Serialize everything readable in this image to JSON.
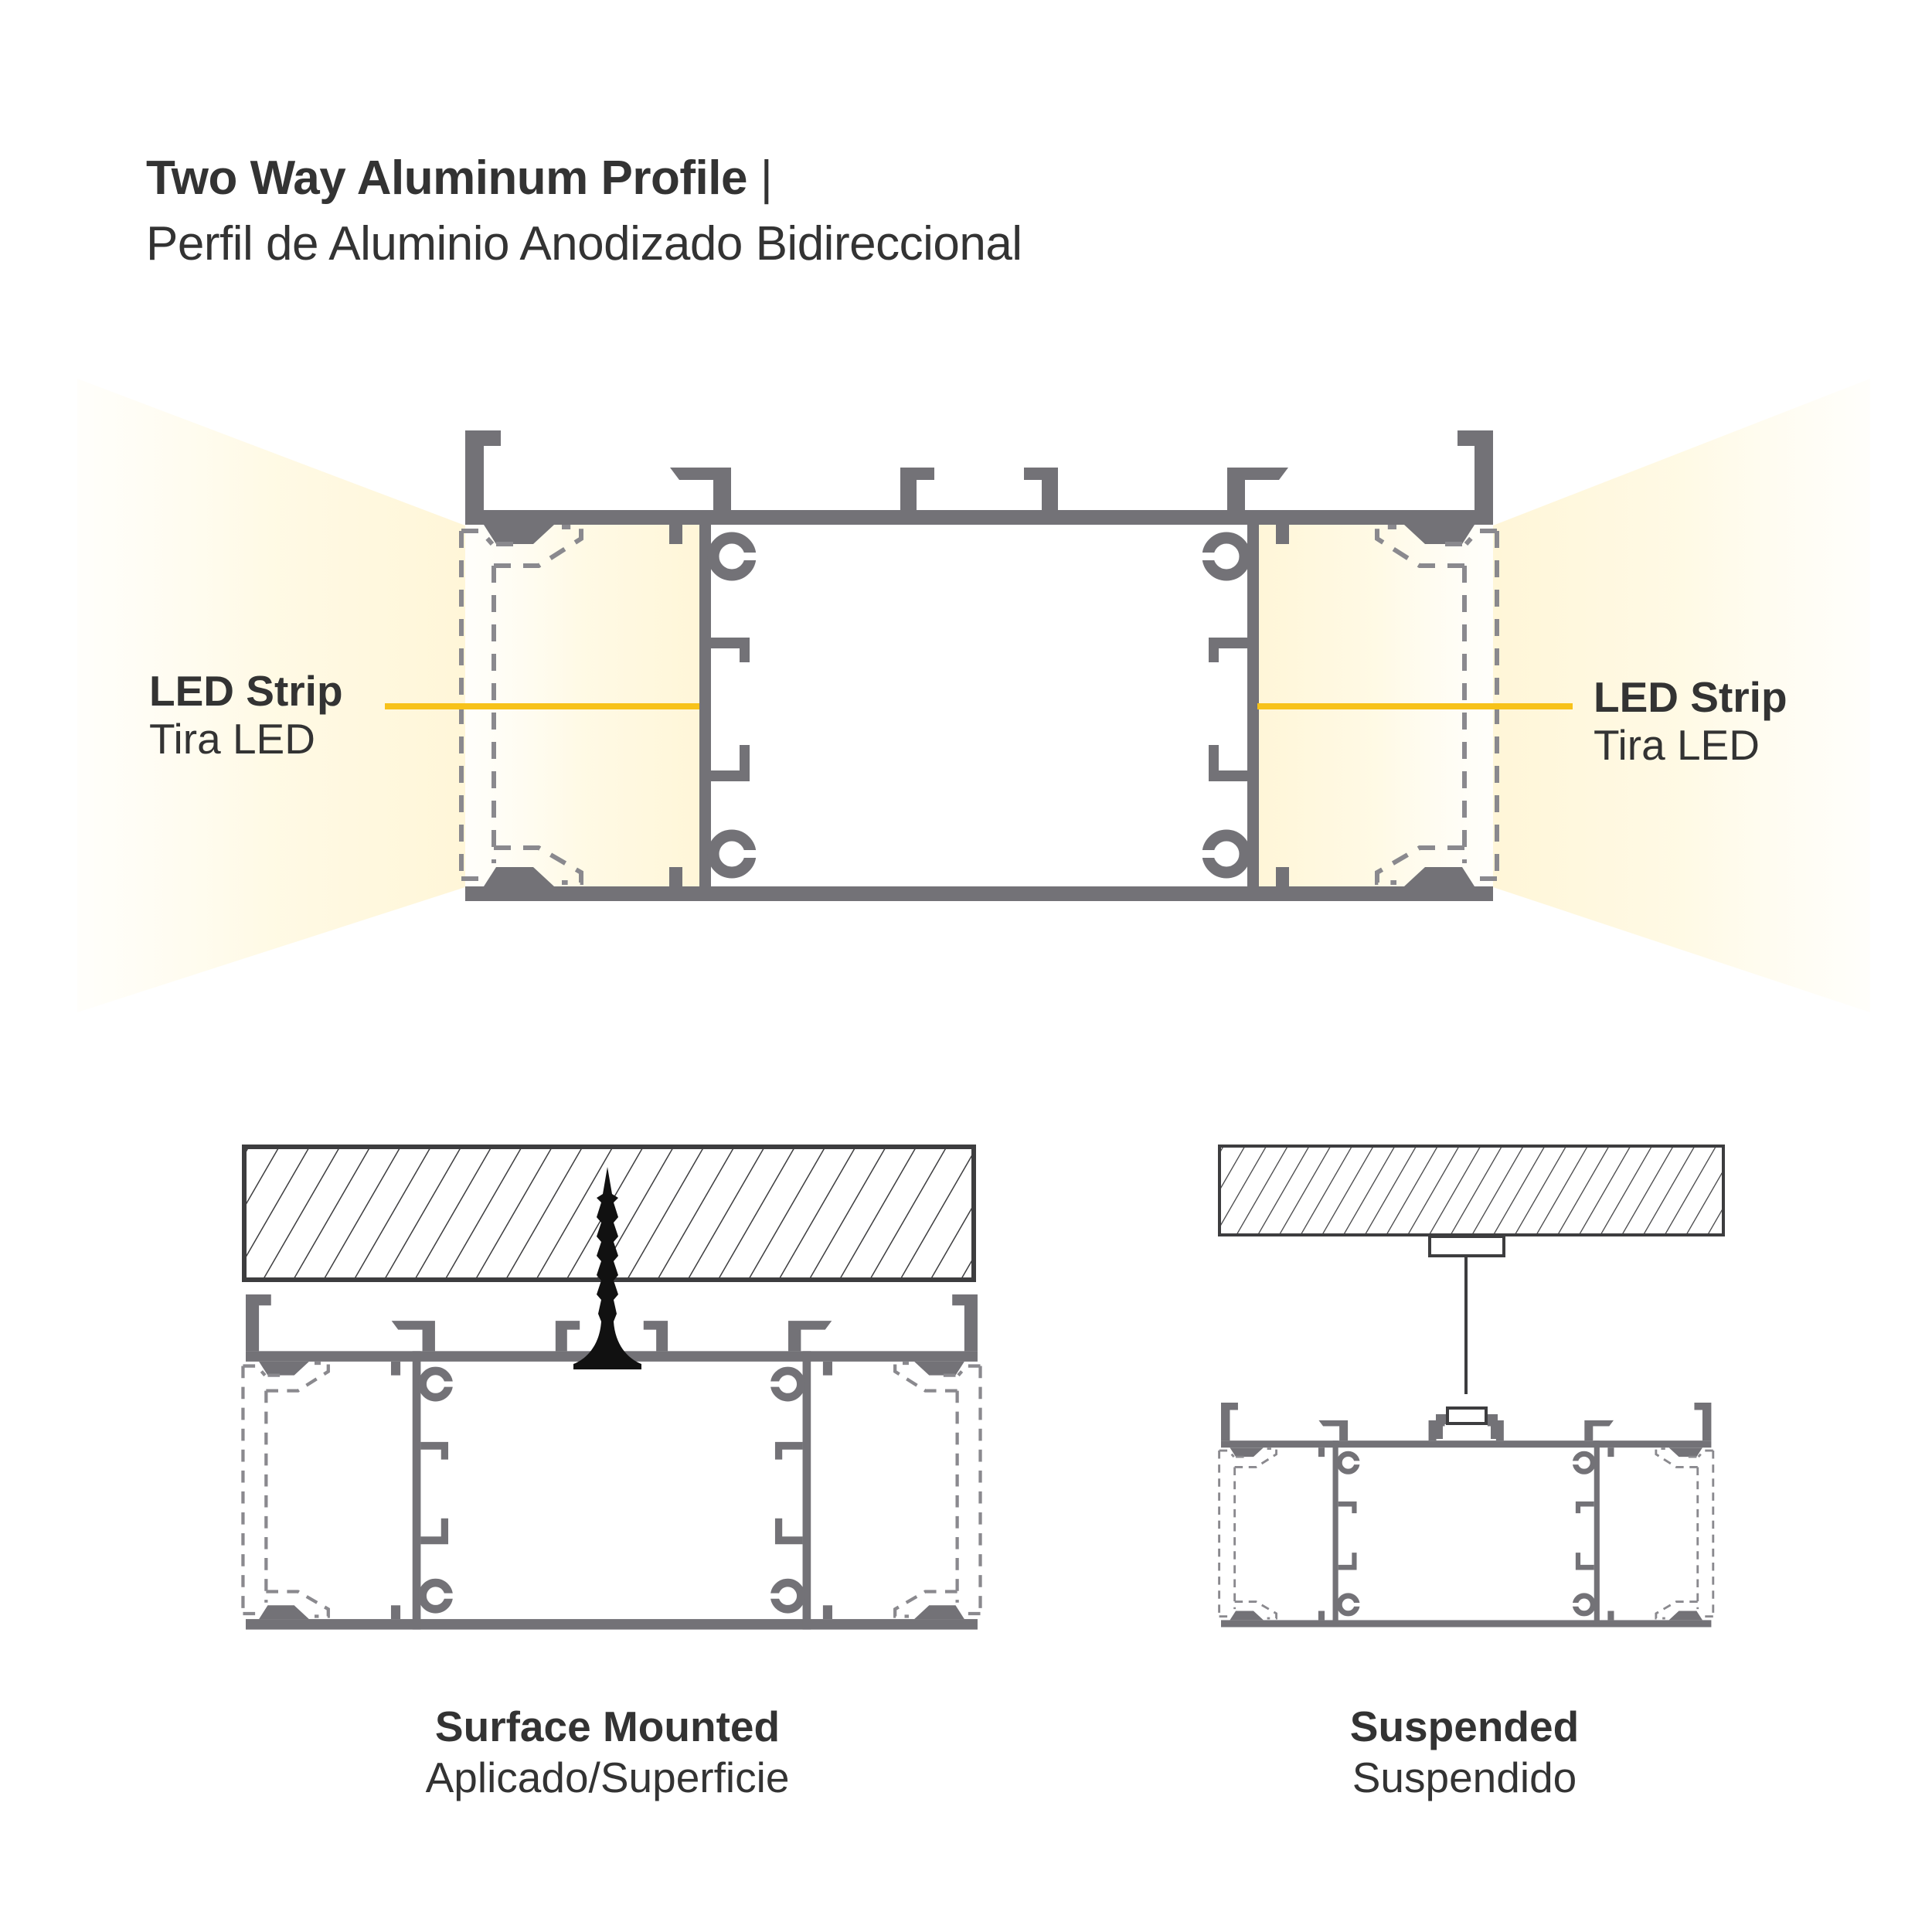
{
  "header": {
    "title": "Two Way Aluminum Profile",
    "title_separator": "|",
    "subtitle": "Perfil de Aluminio Anodizado Bidireccional"
  },
  "main_diagram": {
    "left_label": {
      "primary": "LED Strip",
      "secondary": "Tira LED"
    },
    "right_label": {
      "primary": "LED Strip",
      "secondary": "Tira LED"
    }
  },
  "installations": [
    {
      "id": "surface",
      "primary": "Surface Mounted",
      "secondary": "Aplicado/Superficie",
      "icons": [
        "ceiling-slab",
        "screw-icon",
        "profile"
      ]
    },
    {
      "id": "suspended",
      "primary": "Suspended",
      "secondary": "Suspendido",
      "icons": [
        "ceiling-slab",
        "suspension-cable",
        "profile"
      ]
    }
  ],
  "colors": {
    "profile": "#737277",
    "diffuser_dash": "#8a898e",
    "led_line": "#F7C21A",
    "light_glow": "#FFF8DC",
    "text": "#333333",
    "slab_outline": "#3d3d3f",
    "screw": "#111111"
  }
}
